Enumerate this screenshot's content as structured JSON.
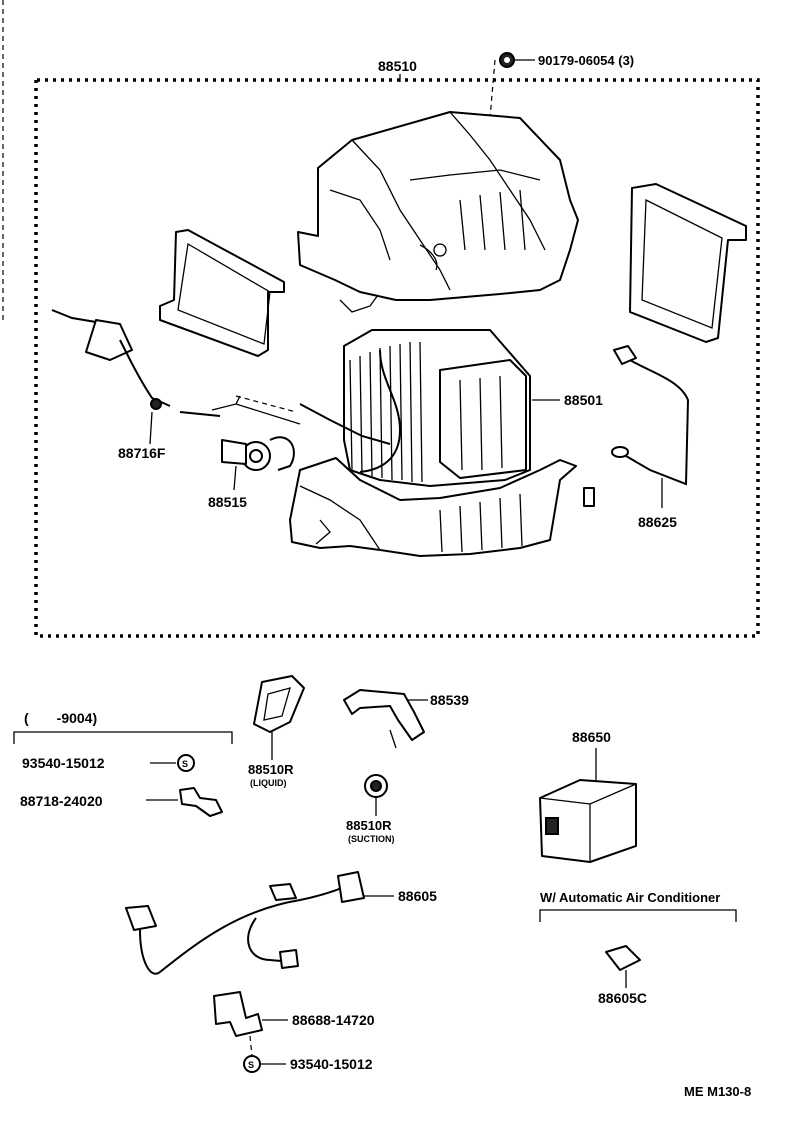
{
  "labels": {
    "bolt_top": "90179-06054 (3)",
    "unit_88510": "88510",
    "evaporator": "88501",
    "tube_88716f": "88716F",
    "valve_88515": "88515",
    "thermistor_88625": "88625",
    "range_note": "(　　-9004)",
    "screw_a": "93540-15012",
    "clamp": "88718-24020",
    "grommet_liquid": "88510R",
    "grommet_liquid_sub": "(LIQUID)",
    "grommet_suction": "88510R",
    "grommet_suction_sub": "(SUCTION)",
    "hose_88539": "88539",
    "amplifier_88650": "88650",
    "wire_88605": "88605",
    "auto_ac_note": "W/ Automatic Air Conditioner",
    "connector_88605c": "88605C",
    "bracket": "88688-14720",
    "screw_b": "93540-15012",
    "diagram_code": "ME M130-8"
  },
  "symbols": {
    "screw_marker": "S"
  }
}
